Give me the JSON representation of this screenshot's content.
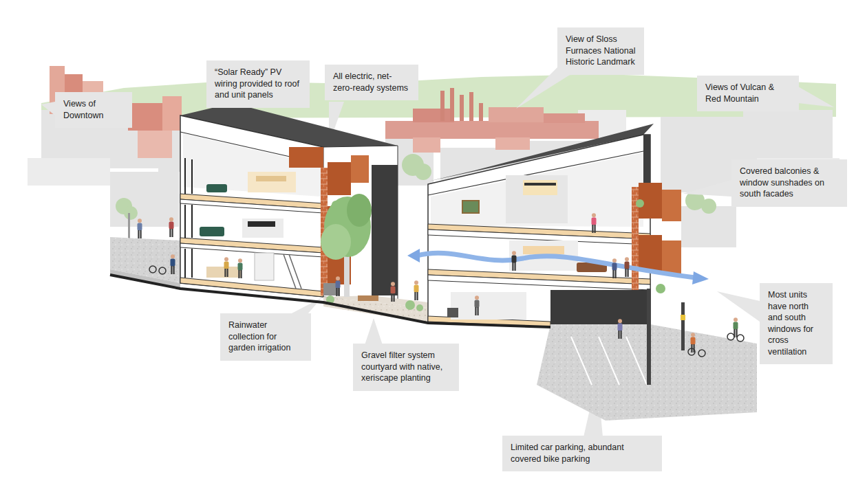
{
  "diagram": {
    "nodes": [
      {
        "text": [
          "“Solar Ready” PV wiring provided to roof and unit panels"
        ]
      },
      {
        "text": [
          "All electric, net-zero-ready systems"
        ]
      },
      {
        "text": [
          "View of Sloss Furnaces National Historic Landmark"
        ]
      },
      {
        "text": [
          "Views of Vulcan & Red Mountain"
        ]
      },
      {
        "text": [
          "Views of Downtown"
        ]
      },
      {
        "text": [
          "Covered balconies & window sunshades on south facades"
        ]
      },
      {
        "text": [
          "Most units have north and south windows for cross ventilation"
        ]
      },
      {
        "text": [
          "Rainwater collection for garden irrigation"
        ]
      },
      {
        "text": [
          "Gravel filter system courtyard with native, xeriscape planting"
        ]
      },
      {
        "text": [
          "Limited car parking, abundant covered bike parking"
        ]
      }
    ]
  }
}
